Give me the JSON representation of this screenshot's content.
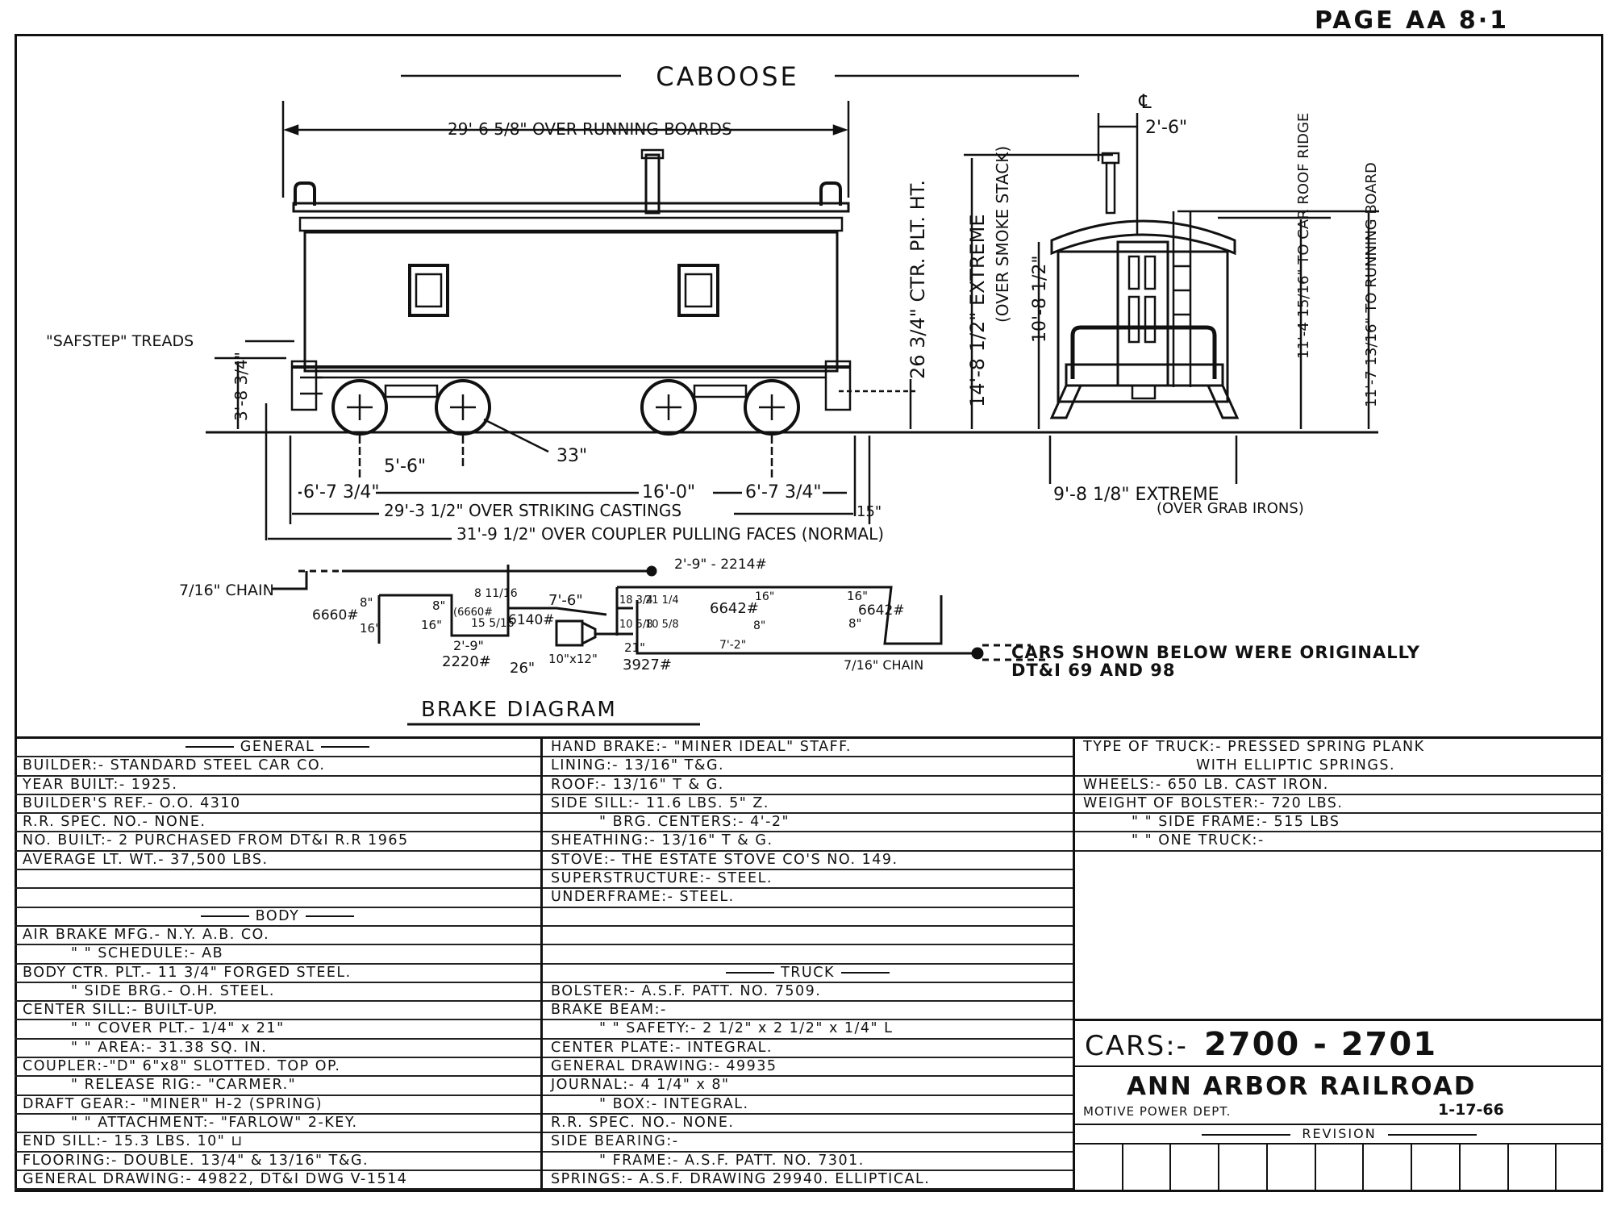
{
  "page_label": "PAGE AA 8·1",
  "drawing": {
    "title": "CABOOSE",
    "running_boards": "29'-6 5/8\" OVER RUNNING BOARDS",
    "safstep": "\"SAFSTEP\" TREADS",
    "step_height": "3'-8 3/4\"",
    "ctr_plt_ht": "26 3/4\" CTR. PLT. HT.",
    "extreme_height": "14'-8 1/2\" EXTREME",
    "extreme_height_note": "(OVER SMOKE STACK)",
    "centerline": "℄",
    "stack_offset": "2'-6\"",
    "eave_height": "10'-8 1/2\"",
    "roof_ridge": "11'-4 15/16\" TO CAR ROOF RIDGE",
    "running_board_ht": "11'-7 13/16\" TO RUNNING BOARD",
    "wheelbase": "5'-6\"",
    "wheel_dia": "33\"",
    "overhang_left": "6'-7 3/4\"",
    "truck_centers": "16'-0\"",
    "overhang_right": "6'-7 3/4\"",
    "coupler_ext": "15\"",
    "striking_castings": "29'-3 1/2\" OVER STRIKING CASTINGS",
    "coupler_faces": "31'-9 1/2\" OVER COUPLER PULLING FACES (NORMAL)",
    "width_extreme": "9'-8 1/8\" EXTREME",
    "width_note": "(OVER GRAB IRONS)"
  },
  "brake": {
    "title": "BRAKE DIAGRAM",
    "chain_left": "7/16\" CHAIN",
    "chain_right": "7/16\" CHAIN",
    "labels": [
      "6660#",
      "8\"",
      "16\"",
      "8\"",
      "16\"",
      "(6660#",
      "8 11/16",
      "15 5/16",
      "6140#",
      "2'-9\"",
      "2220#",
      "26\"",
      "10\"x12\"",
      "7'-6\"",
      "18 3/4",
      "10 5/8",
      "21 1/4",
      "10 5/8",
      "21\"",
      "3927#",
      "2'-9\" - 2214#",
      "6642#",
      "16\"",
      "8\"",
      "7'-2\"",
      "16\"",
      "6642#",
      "8\""
    ]
  },
  "note": {
    "line1": "CARS SHOWN BELOW WERE ORIGINALLY",
    "line2": "DT&I 69 AND 98"
  },
  "left_column": [
    {
      "text": "GENERAL",
      "type": "header"
    },
    {
      "text": "BUILDER:-  STANDARD STEEL CAR CO."
    },
    {
      "text": "YEAR BUILT:-  1925."
    },
    {
      "text": "BUILDER'S REF.- O.O. 4310"
    },
    {
      "text": "R.R. SPEC. NO.- NONE."
    },
    {
      "text": "NO. BUILT:- 2 PURCHASED FROM DT&I R.R  1965"
    },
    {
      "text": "AVERAGE LT. WT.- 37,500 LBS."
    },
    {
      "text": ""
    },
    {
      "text": ""
    },
    {
      "text": "BODY",
      "type": "header"
    },
    {
      "text": "AIR BRAKE MFG.-          N.Y. A.B. CO."
    },
    {
      "text": "\"      \"     SCHEDULE:-  AB",
      "indent": 1
    },
    {
      "text": "BODY CTR. PLT.- 11 3/4\" FORGED STEEL."
    },
    {
      "text": "\"    SIDE BRG.- O.H. STEEL.",
      "indent": 1
    },
    {
      "text": "CENTER SILL:- BUILT-UP."
    },
    {
      "text": "\"        \"  COVER PLT.- 1/4\" x 21\"",
      "indent": 1
    },
    {
      "text": "\"        \"  AREA:- 31.38 SQ. IN.",
      "indent": 1
    },
    {
      "text": "COUPLER:-\"D\" 6\"x8\" SLOTTED.  TOP OP."
    },
    {
      "text": "\"       RELEASE RIG:- \"CARMER.\"",
      "indent": 1
    },
    {
      "text": "DRAFT GEAR:- \"MINER\" H-2 (SPRING)"
    },
    {
      "text": "\"        \"  ATTACHMENT:- \"FARLOW\" 2-KEY.",
      "indent": 1
    },
    {
      "text": "END SILL:- 15.3 LBS.  10\" ⊔"
    },
    {
      "text": "FLOORING:- DOUBLE. 13/4\" & 13/16\" T&G."
    },
    {
      "text": "GENERAL DRAWING:- 49822, DT&I DWG V-1514"
    }
  ],
  "middle_column": [
    {
      "text": "HAND BRAKE:- \"MINER IDEAL\" STAFF."
    },
    {
      "text": "LINING:- 13/16\" T&G."
    },
    {
      "text": "ROOF:-    13/16\" T & G."
    },
    {
      "text": "SIDE SILL:-   11.6 LBS. 5\" Z."
    },
    {
      "text": "\"   BRG. CENTERS:-  4'-2\"",
      "indent": 1
    },
    {
      "text": "SHEATHING:- 13/16\" T & G."
    },
    {
      "text": "STOVE:- THE ESTATE STOVE CO'S NO. 149."
    },
    {
      "text": "SUPERSTRUCTURE:-  STEEL."
    },
    {
      "text": "UNDERFRAME:-      STEEL."
    },
    {
      "text": ""
    },
    {
      "text": ""
    },
    {
      "text": ""
    },
    {
      "text": "TRUCK",
      "type": "header"
    },
    {
      "text": "BOLSTER:-     A.S.F. PATT. NO. 7509."
    },
    {
      "text": "BRAKE BEAM:-"
    },
    {
      "text": "\"       \"  SAFETY:- 2 1/2\" x 2 1/2\" x 1/4\" L",
      "indent": 1
    },
    {
      "text": "CENTER PLATE:-  INTEGRAL."
    },
    {
      "text": "GENERAL DRAWING:-  49935"
    },
    {
      "text": "JOURNAL:-     4 1/4\" x 8\""
    },
    {
      "text": "\"      BOX:- INTEGRAL.",
      "indent": 1
    },
    {
      "text": "R.R. SPEC. NO.- NONE."
    },
    {
      "text": "SIDE BEARING:-"
    },
    {
      "text": "\"  FRAME:- A.S.F. PATT. NO. 7301.",
      "indent": 1
    },
    {
      "text": "SPRINGS:- A.S.F. DRAWING 29940.  ELLIPTICAL."
    }
  ],
  "right_column": {
    "rows": [
      {
        "text": "TYPE OF TRUCK:- PRESSED SPRING PLANK"
      },
      {
        "text": "WITH ELLIPTIC SPRINGS.",
        "indent": 2
      },
      {
        "text": "WHEELS:-  650 LB. CAST IRON."
      },
      {
        "text": "WEIGHT OF BOLSTER:-    720 LBS."
      },
      {
        "text": "\"        \"  SIDE FRAME:- 515 LBS",
        "indent": 1
      },
      {
        "text": "\"        \"  ONE TRUCK:-",
        "indent": 1
      }
    ],
    "cars_label": "CARS:-",
    "cars_value": "2700 - 2701",
    "railroad": "ANN ARBOR RAILROAD",
    "department": "MOTIVE POWER DEPT.",
    "date": "1-17-66",
    "revision_label": "REVISION",
    "revision_cells": 11
  }
}
